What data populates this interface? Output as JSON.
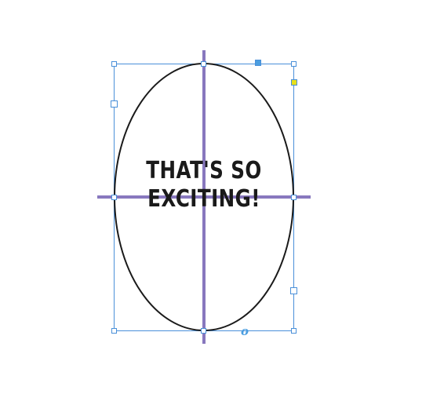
{
  "balloon": {
    "text_lines": [
      "THAT'S SO",
      "EXCITING!"
    ]
  },
  "handles": {
    "rotate_glyph": "o"
  },
  "colors": {
    "selection": "#4a90d9",
    "guide": "#8878be",
    "stroke": "#1a1a1a",
    "fill_handle": "#4a9de0",
    "control_handle": "#e8e01a"
  }
}
